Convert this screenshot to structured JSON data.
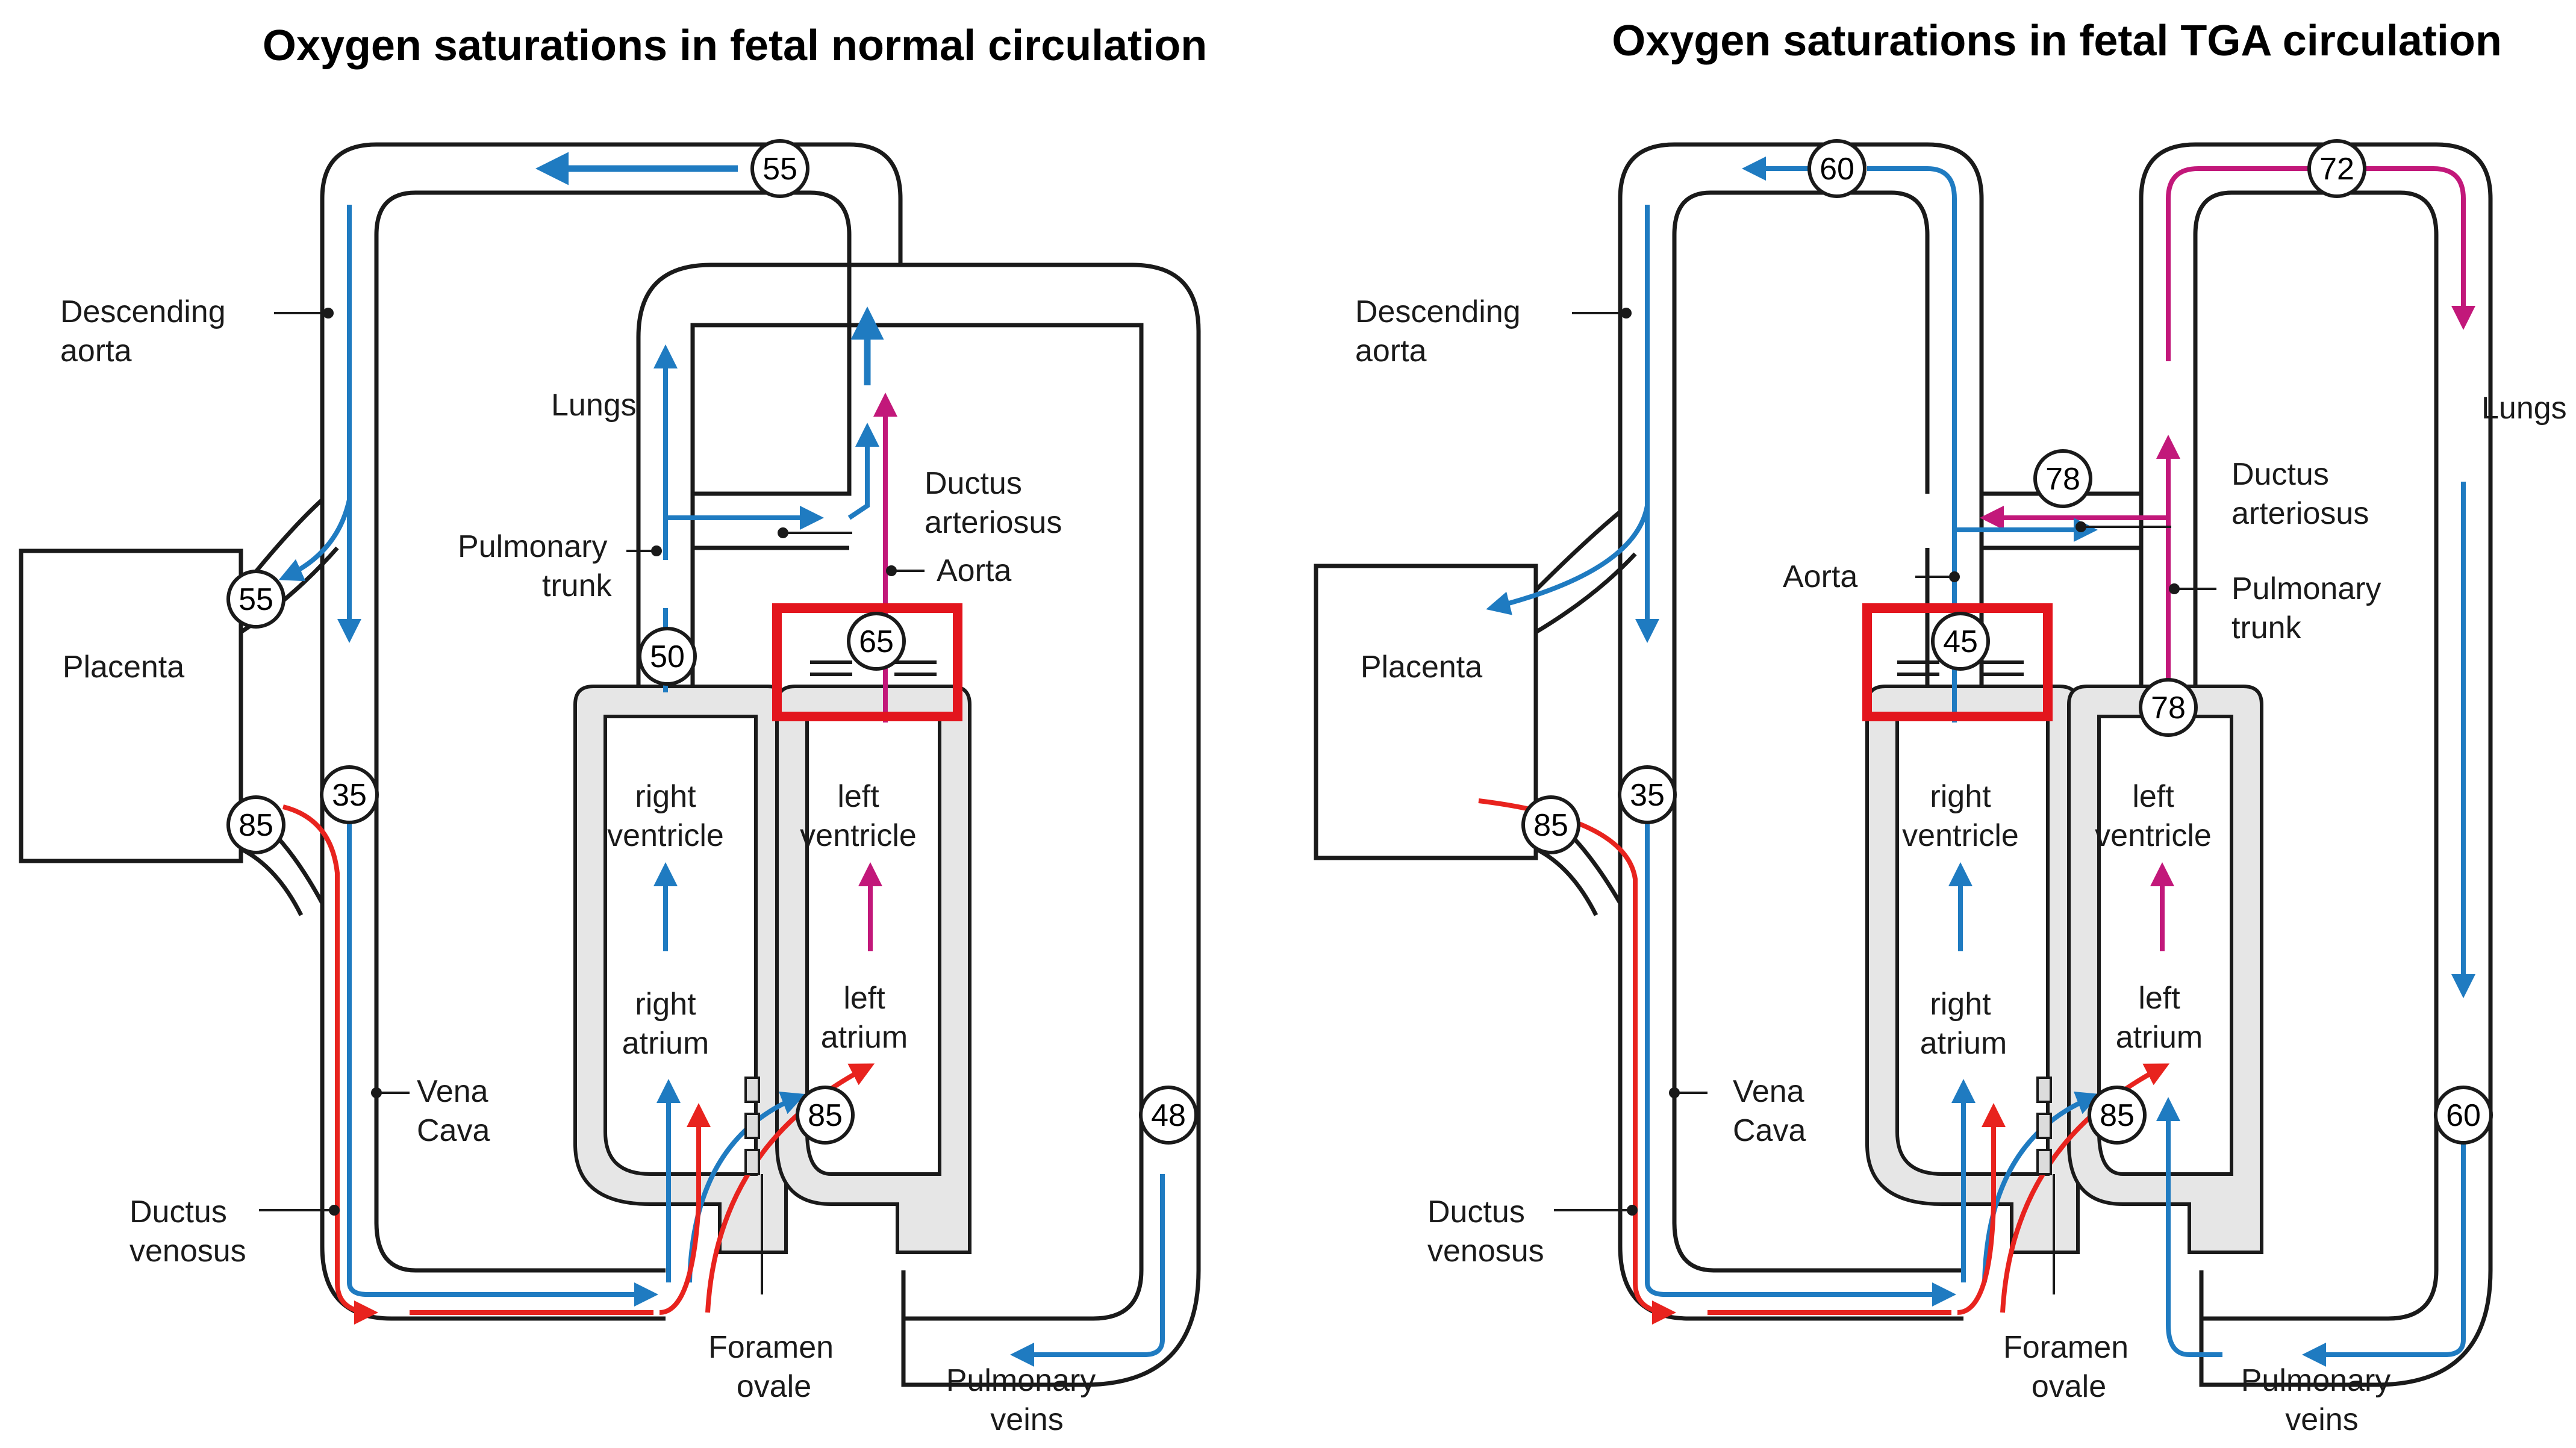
{
  "colors": {
    "blue": "#1f7bc1",
    "red": "#e8231e",
    "magenta": "#c2187a",
    "vessel_stroke": "#1a1a1a",
    "heart_gray": "#cfcfcf",
    "highlight": "#e3151d"
  },
  "normal": {
    "title": "Oxygen saturations in fetal normal circulation",
    "labels": {
      "descending": "Descending",
      "aorta_word": "aorta",
      "lungs": "Lungs",
      "pulmonary": "Pulmonary",
      "trunk": "trunk",
      "ductus": "Ductus",
      "arteriosus": "arteriosus",
      "aorta": "Aorta",
      "placenta": "Placenta",
      "right": "right",
      "left": "left",
      "ventricle": "ventricle",
      "atrium": "atrium",
      "vena": "Vena",
      "cava": "Cava",
      "ductus_v": "Ductus",
      "venosus": "venosus",
      "foramen": "Foramen",
      "ovale": "ovale",
      "pulmonary_v": "Pulmonary",
      "veins": "veins"
    },
    "saturations": {
      "top_aorta": "55",
      "umbilical_artery": "55",
      "umbilical_vein": "85",
      "ductus_venosus": "35",
      "pulmonary_trunk": "50",
      "aorta_root": "65",
      "foramen": "85",
      "pulmonary_veins": "48"
    }
  },
  "tga": {
    "title": "Oxygen saturations in fetal TGA circulation",
    "labels": {
      "descending": "Descending",
      "aorta_word": "aorta",
      "lungs": "Lungs",
      "ductus": "Ductus",
      "arteriosus": "arteriosus",
      "aorta": "Aorta",
      "pulmonary": "Pulmonary",
      "trunk": "trunk",
      "placenta": "Placenta",
      "right": "right",
      "left": "left",
      "ventricle": "ventricle",
      "atrium": "atrium",
      "vena": "Vena",
      "cava": "Cava",
      "ductus_v": "Ductus",
      "venosus": "venosus",
      "foramen": "Foramen",
      "ovale": "ovale",
      "pulmonary_v": "Pulmonary",
      "veins": "veins"
    },
    "saturations": {
      "top_aorta": "60",
      "top_pulmonary": "72",
      "ductus": "78",
      "aorta_root": "45",
      "pulmonary_root": "78",
      "umbilical_vein": "85",
      "ductus_venosus": "35",
      "foramen": "85",
      "pulmonary_veins": "60"
    }
  }
}
